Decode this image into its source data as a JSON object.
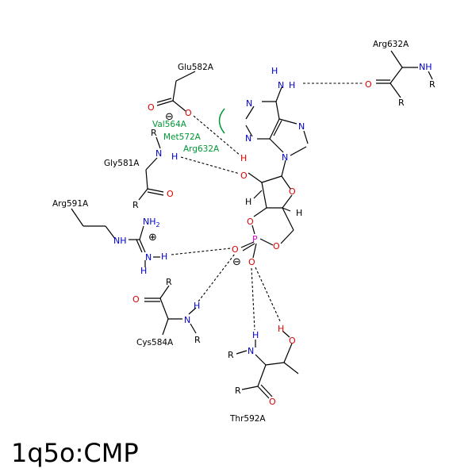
{
  "title": "1q5o:CMP",
  "colors": {
    "nitrogen": "#0000cc",
    "oxygen": "#dd0000",
    "phosphorus": "#cc00cc",
    "hydrophobic": "#009933",
    "bond": "#000000"
  },
  "residues": {
    "arg632_top": "Arg632A",
    "glu582": "Glu582A",
    "gly581": "Gly581A",
    "arg591": "Arg591A",
    "cys584": "Cys584A",
    "thr592": "Thr592A"
  },
  "hydrophobic_contacts": [
    "Val564A",
    "Met572A",
    "Arg632A"
  ],
  "atom_symbols": {
    "N": "N",
    "O": "O",
    "P": "P",
    "H": "H",
    "R": "R",
    "NH": "NH",
    "NH2": "NH",
    "sub2": "2"
  },
  "charges": {
    "minus": "⊖",
    "plus": "⊕"
  }
}
